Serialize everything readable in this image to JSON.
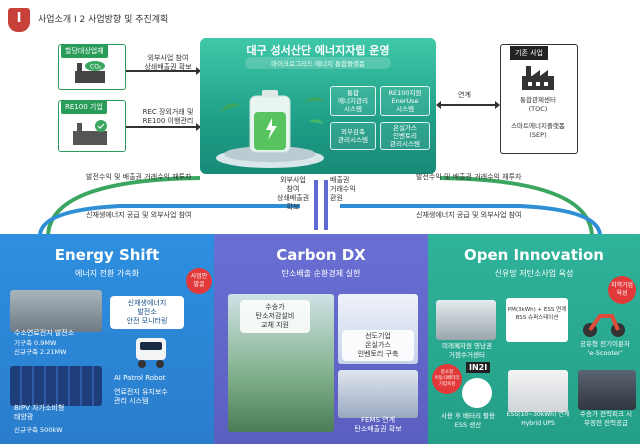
{
  "header": {
    "badge": "I",
    "breadcrumb": "사업소개 I 2 사업방향 및 추진계획"
  },
  "top_left": {
    "box1_label": "할당대상업체",
    "box2_label": "RE100 기업",
    "arrow1_text": "외부사업 참여\n상쇄배출권 확보",
    "arrow2_text": "REC 장외거래 및\nRE100 이행관리"
  },
  "center": {
    "title": "대구 성서산단 에너지자립 운영",
    "subtitle": "마이크로그리드 에너지 통합플랫폼",
    "systems": [
      "통합\n에너지관리\n시스템",
      "RE100지원\nEnerUse\n시스템",
      "외부감축\n관리시스템",
      "온실가스\n인벤토리\n관리시스템"
    ]
  },
  "right": {
    "label": "기존 사업",
    "link_text": "연계",
    "item1": "통합관제센터\n(TOC)",
    "item2": "스마트에너지플랫폼\n(SEP)"
  },
  "arrows": {
    "left_top": "발전수익 및 배출권 거래수익 재투자",
    "left_bottom": "신재생에너지 공급 및 외부사업 참여",
    "mid_left": "외부사업\n참여\n상쇄배출권\n확보",
    "mid_right": "배출권\n거래수익\n환원",
    "right_top": "발전수익 및 배출권 거래수익 재투자",
    "right_bottom": "신재생에너지 공급 및 외부사업 참여"
  },
  "energy_shift": {
    "title": "Energy Shift",
    "subtitle": "에너지 전환 가속화",
    "badge": "사업안\n발굴",
    "fuel_cell_label": "수소연료전지 발전소",
    "fuel_cell_stats": "기구축 0.9MW\n신규구축 2.21MW",
    "solar_label": "BIPV 자가소비형\n태양광",
    "solar_stats": "신규구축 500kW",
    "monitoring": "신재생에너지\n발전소\n안전 모니터링",
    "robot1": "AI Patrol Robot",
    "robot2": "연료전지 유지보수\n관리 시스템"
  },
  "carbon_dx": {
    "title": "Carbon DX",
    "subtitle": "탄소배출 순환경제 실현",
    "item1": "수송가\n탄소저감설비\n교체 지원",
    "item2": "선도기업\n온실가스\n인벤토리 구축",
    "item3": "FEMS 연계\n탄소배출권 확보"
  },
  "open_innovation": {
    "title": "Open Innovation",
    "subtitle": "신유망 저탄소사업 육성",
    "badge": "지역기업\n육성",
    "item1": "미래폐자원 영남권\n거점수거센터",
    "item2": "PM(3kWh) + ESS 연계\nBSS 슈퍼스테이션",
    "item3": "공유형 전기이륜차\n'e-Scooter'",
    "badge2": "중소형\n이동식배터리\n기업육성",
    "item4": "사용 후 배터리 활용\nESS 생산",
    "item5": "ESS(10~30kWh) 연계\nHybrid UPS",
    "item6": "수송가 전력피크 시\n무정전 전력공급",
    "logo": "IN2I"
  }
}
